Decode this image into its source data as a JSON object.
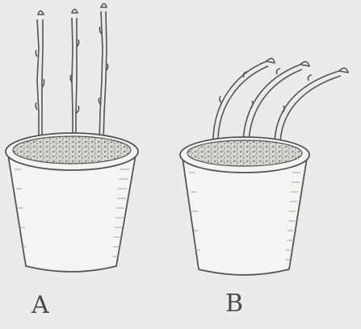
{
  "figure": {
    "labels": {
      "a": "A",
      "b": "B"
    },
    "colors": {
      "background": "#ebebeb",
      "ink": "#555555",
      "pot_fill": "#f4f4f2",
      "soil": "#c8c8c4"
    },
    "cuttings_per_pot": 3
  }
}
